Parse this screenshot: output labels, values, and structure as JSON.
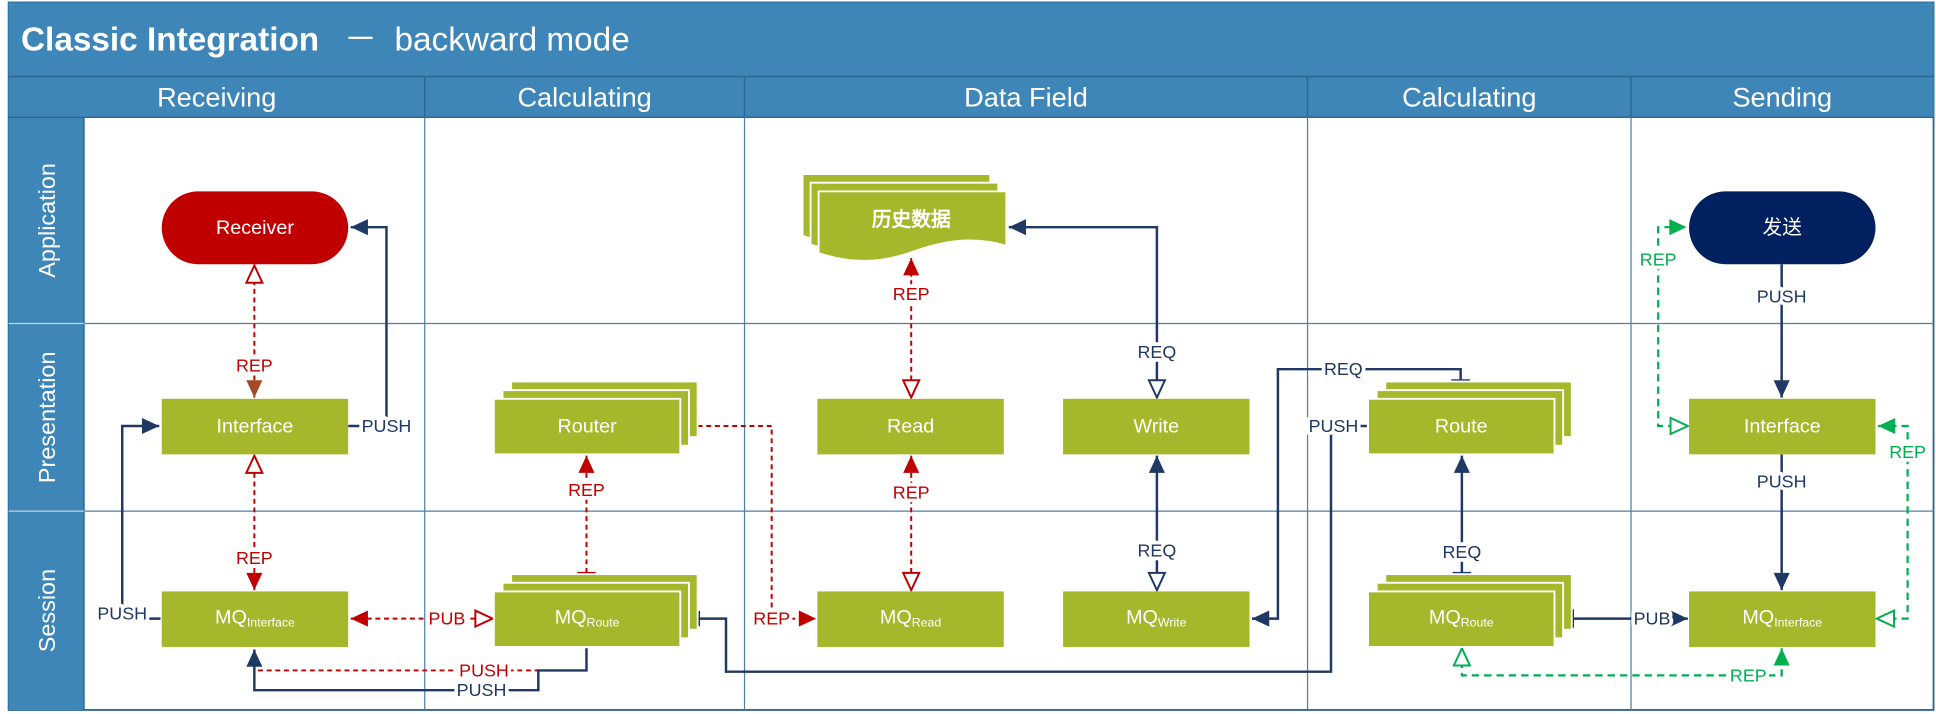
{
  "title": {
    "main": "Classic Integration",
    "separator": "－",
    "sub": "backward mode"
  },
  "columns": [
    "Receiving",
    "Calculating",
    "Data Field",
    "Calculating",
    "Sending"
  ],
  "rows": [
    "Application",
    "Presentation",
    "Session"
  ],
  "nodes": {
    "receiver": "Receiver",
    "recv_interface": "Interface",
    "recv_mq": {
      "base": "MQ",
      "sub": "Interface"
    },
    "router": "Router",
    "calc1_mq": {
      "base": "MQ",
      "sub": "Route"
    },
    "history": "历史数据",
    "read": "Read",
    "write": "Write",
    "mq_read": {
      "base": "MQ",
      "sub": "Read"
    },
    "mq_write": {
      "base": "MQ",
      "sub": "Write"
    },
    "route": "Route",
    "calc2_mq": {
      "base": "MQ",
      "sub": "Route"
    },
    "send": "发送",
    "send_interface": "Interface",
    "send_mq": {
      "base": "MQ",
      "sub": "Interface"
    }
  },
  "links": [
    "REP",
    "REP",
    "PUSH",
    "PUSH",
    "PUB",
    "PUSH",
    "PUSH",
    "REP",
    "REP",
    "REP",
    "REP",
    "REQ",
    "REQ",
    "REQ",
    "PUSH",
    "REQ",
    "PUB",
    "REP",
    "PUSH",
    "PUSH",
    "REP",
    "REP"
  ],
  "colors": {
    "header": "#3f86b8",
    "grid": "#4f7ea8",
    "node_green": "#a5b82b",
    "receiver_red": "#c00000",
    "send_navy": "#002060",
    "link_navy": "#1f3864",
    "link_red": "#c00000",
    "link_green": "#00b050",
    "arrow_brown": "#a44a2a"
  }
}
